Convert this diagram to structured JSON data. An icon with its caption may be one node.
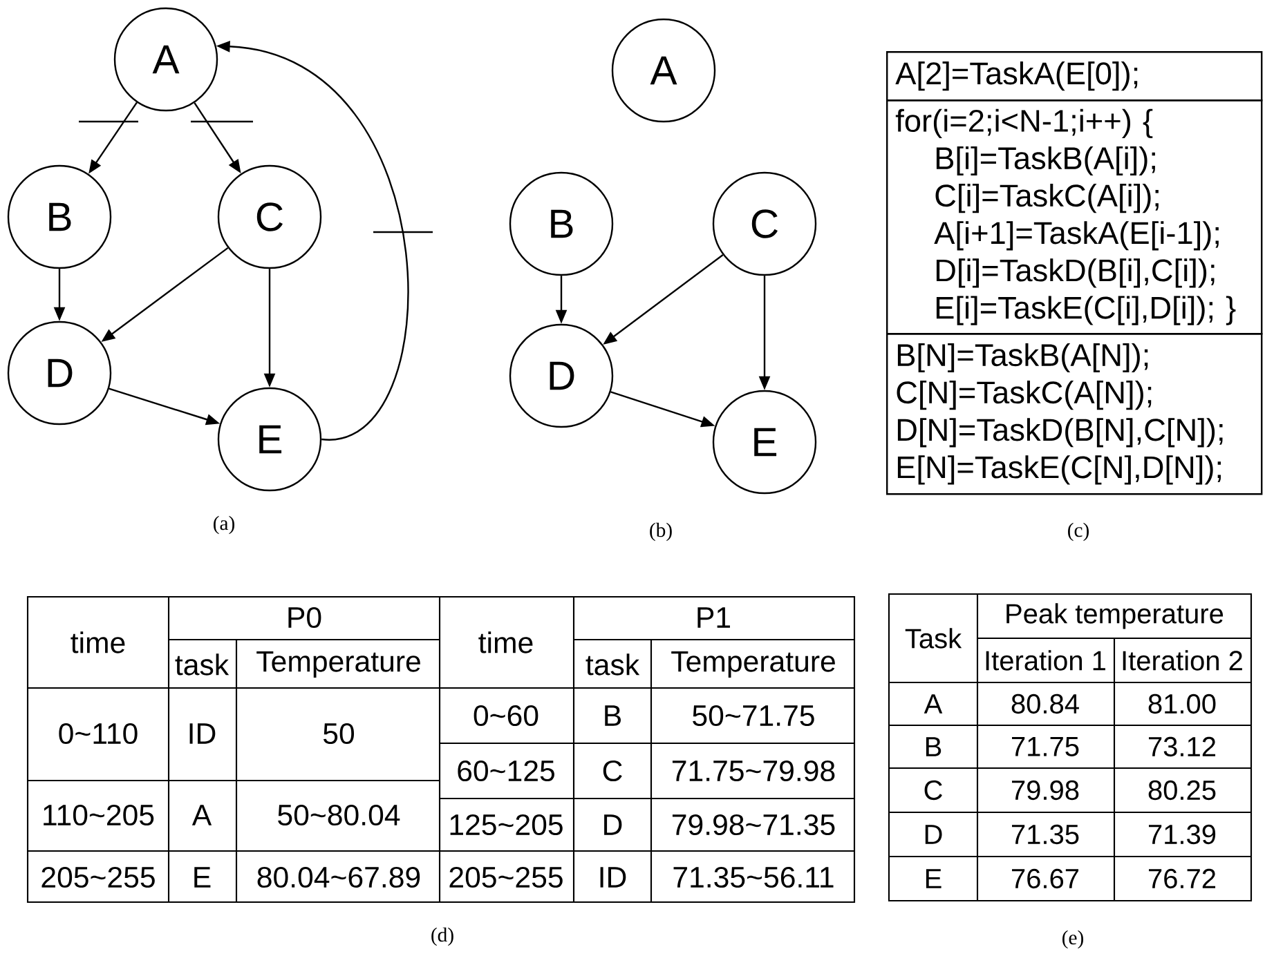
{
  "diagram": {
    "nodes": [
      {
        "text": [
          "A"
        ]
      },
      {
        "text": [
          "B"
        ]
      },
      {
        "text": [
          "C"
        ]
      },
      {
        "text": [
          "D"
        ]
      },
      {
        "text": [
          "E"
        ]
      },
      {
        "text": [
          "A"
        ]
      },
      {
        "text": [
          "B"
        ]
      },
      {
        "text": [
          "C"
        ]
      },
      {
        "text": [
          "D"
        ]
      },
      {
        "text": [
          "E"
        ]
      },
      {
        "text": [
          "A[2]=TaskA(E[0]);"
        ]
      },
      {
        "text": [
          "for(i=2;i<N-1;i++) {",
          "B[i]=TaskB(A[i]);",
          "C[i]=TaskC(A[i]);",
          "A[i+1]=TaskA(E[i-1]);",
          "D[i]=TaskD(B[i],C[i]);",
          "E[i]=TaskE(C[i],D[i]); }"
        ]
      },
      {
        "text": [
          "B[N]=TaskB(A[N]);",
          "C[N]=TaskC(A[N]);",
          "D[N]=TaskD(B[N],C[N]);",
          "E[N]=TaskE(C[N],D[N]);"
        ]
      }
    ],
    "edges": [
      {
        "from": 0,
        "to": 1,
        "arrow": "to"
      },
      {
        "from": 0,
        "to": 2,
        "arrow": "to"
      },
      {
        "from": 1,
        "to": 3,
        "arrow": "to"
      },
      {
        "from": 2,
        "to": 3,
        "arrow": "to"
      },
      {
        "from": 2,
        "to": 4,
        "arrow": "to"
      },
      {
        "from": 3,
        "to": 4,
        "arrow": "to"
      },
      {
        "from": 4,
        "to": 0,
        "arrow": "to"
      },
      {
        "from": 6,
        "to": 8,
        "arrow": "to"
      },
      {
        "from": 7,
        "to": 8,
        "arrow": "to"
      },
      {
        "from": 7,
        "to": 9,
        "arrow": "to"
      },
      {
        "from": 8,
        "to": 9,
        "arrow": "to"
      }
    ],
    "labels": [
      "(a)",
      "(b)",
      "(c)",
      "time",
      "P0",
      "time",
      "P1",
      "task",
      "Temperature",
      "task",
      "Temperature",
      "0~110",
      "ID",
      "50",
      "0~60",
      "B",
      "50~71.75",
      "60~125",
      "C",
      "71.75~79.98",
      "110~205",
      "A",
      "50~80.04",
      "125~205",
      "D",
      "79.98~71.35",
      "205~255",
      "E",
      "80.04~67.89",
      "205~255",
      "ID",
      "71.35~56.11",
      "(d)",
      "Task",
      "Peak temperature",
      "Iteration 1",
      "Iteration 2",
      "A",
      "80.84",
      "81.00",
      "B",
      "71.75",
      "73.12",
      "C",
      "79.98",
      "80.25",
      "D",
      "71.35",
      "71.39",
      "E",
      "76.67",
      "76.72",
      "(e)"
    ]
  }
}
